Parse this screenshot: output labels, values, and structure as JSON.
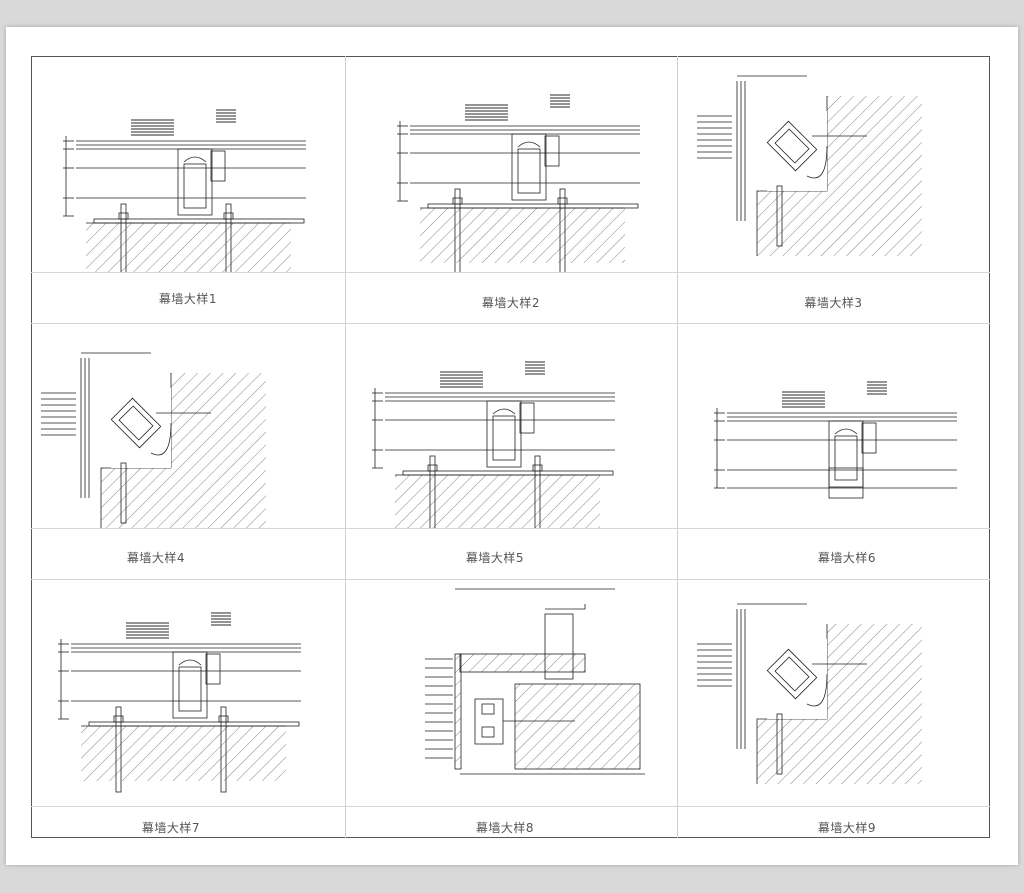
{
  "sheet": {
    "panels": [
      {
        "title": "幕墙大样1",
        "type": "flat"
      },
      {
        "title": "幕墙大样2",
        "type": "flat"
      },
      {
        "title": "幕墙大样3",
        "type": "corner"
      },
      {
        "title": "幕墙大样4",
        "type": "corner"
      },
      {
        "title": "幕墙大样5",
        "type": "flat"
      },
      {
        "title": "幕墙大样6",
        "type": "flat-thin"
      },
      {
        "title": "幕墙大样7",
        "type": "flat"
      },
      {
        "title": "幕墙大样8",
        "type": "section"
      },
      {
        "title": "幕墙大样9",
        "type": "corner"
      }
    ]
  }
}
